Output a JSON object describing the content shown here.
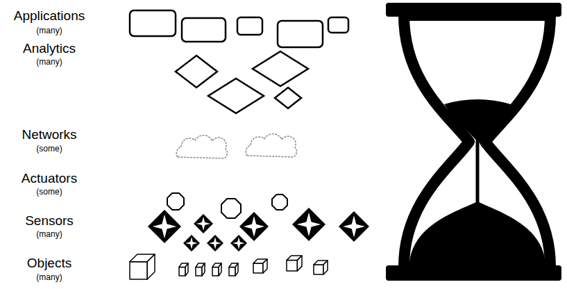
{
  "diagram": {
    "labels": [
      "Applications",
      "(many)",
      "Analytics",
      "(many)",
      "Networks",
      "(some)",
      "Actuators",
      "(some)",
      "Sensors",
      "(many)",
      "Objects",
      "(many)"
    ]
  }
}
